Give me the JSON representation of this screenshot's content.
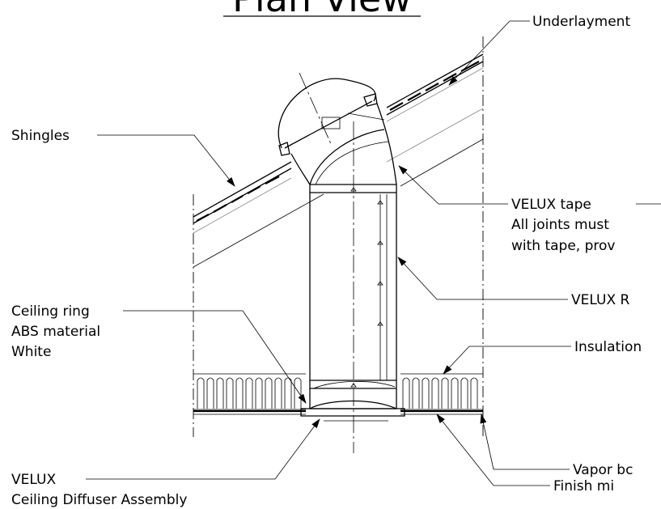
{
  "title": "Plan View",
  "labels": {
    "underlayment": "Underlayment",
    "shingles": "Shingles",
    "velux_tape": "VELUX tape",
    "joints_line1": "All joints must",
    "joints_line2": "with tape, prov",
    "velux_r": "VELUX R",
    "ceiling_ring_line1": "Ceiling ring",
    "ceiling_ring_line2": "ABS material",
    "ceiling_ring_line3": "White",
    "insulation": "Insulation",
    "vapor": "Vapor bc",
    "velux_diffuser_line1": "VELUX",
    "velux_diffuser_line2": "Ceiling Diffuser Assembly",
    "finish": "Finish mi"
  }
}
